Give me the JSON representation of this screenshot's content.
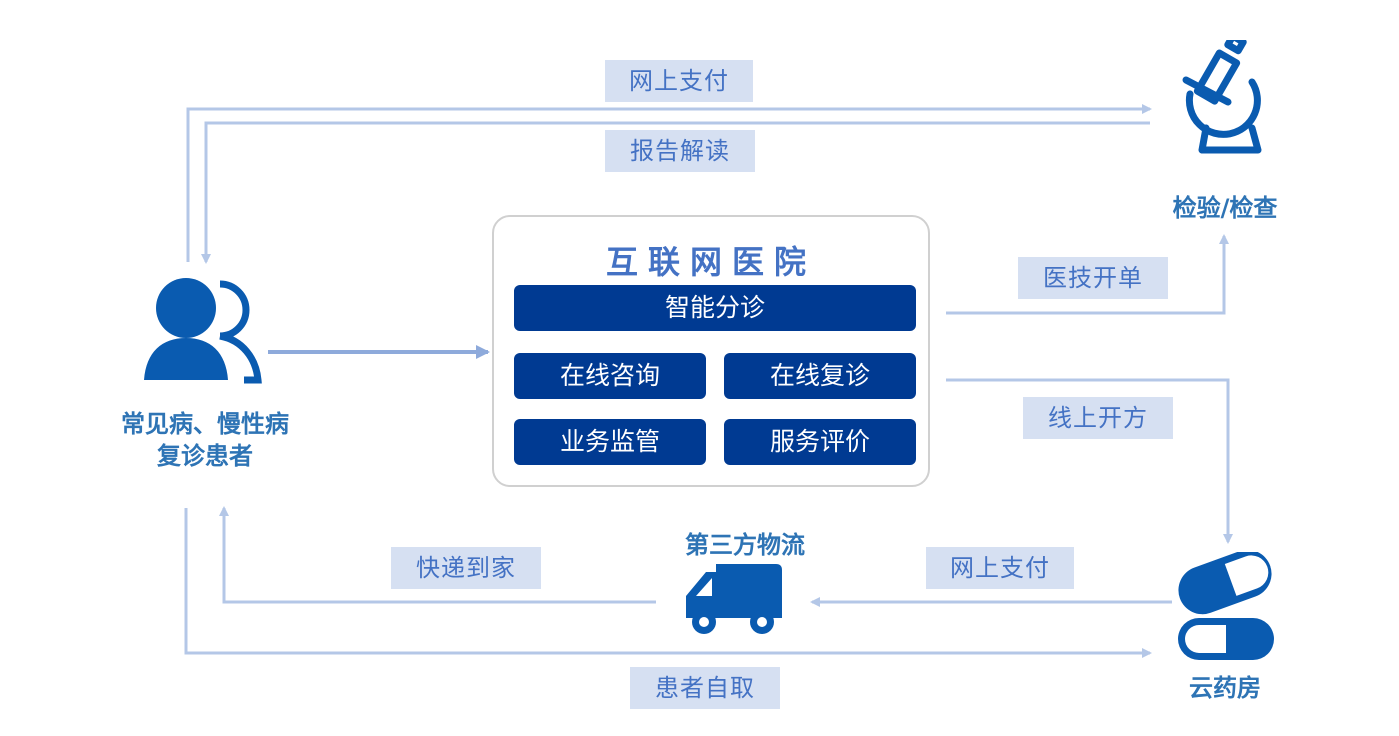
{
  "colors": {
    "line": "#b4c7e7",
    "label_bg": "#d6e0f2",
    "label_text": "#4472c4",
    "icon": "#0a5bb0",
    "service_bg": "#003a92",
    "node_text": "#2e74b5"
  },
  "hospital": {
    "title": "互联网医院",
    "services": [
      "智能分诊",
      "在线咨询",
      "在线复诊",
      "业务监管",
      "服务评价"
    ]
  },
  "nodes": {
    "patient": {
      "line1": "常见病、慢性病",
      "line2": "复诊患者",
      "icon": "user-group-icon"
    },
    "lab": {
      "label": "检验/检查",
      "icon": "microscope-icon"
    },
    "pharmacy": {
      "label": "云药房",
      "icon": "pill-capsule-icon"
    },
    "logistics": {
      "label": "第三方物流",
      "icon": "truck-icon"
    }
  },
  "flows": {
    "online_pay_top": "网上支付",
    "report": "报告解读",
    "tech_order": "医技开单",
    "online_rx": "线上开方",
    "online_pay_bottom": "网上支付",
    "delivery": "快递到家",
    "self_pickup": "患者自取"
  }
}
